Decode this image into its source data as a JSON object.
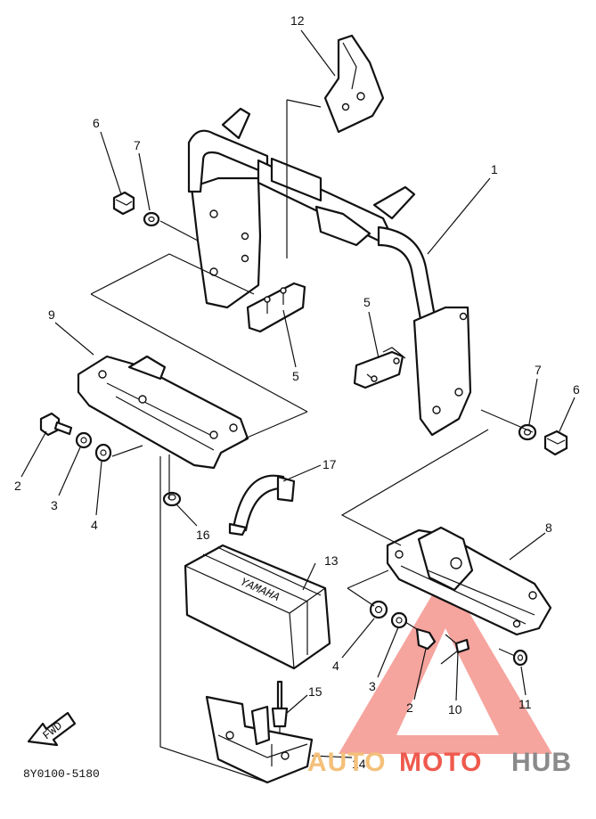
{
  "diagram": {
    "callouts": [
      {
        "id": "c12a",
        "text": "12"
      },
      {
        "id": "c1",
        "text": "1"
      },
      {
        "id": "c6a",
        "text": "6"
      },
      {
        "id": "c7a",
        "text": "7"
      },
      {
        "id": "c5a",
        "text": "5"
      },
      {
        "id": "c5b",
        "text": "5"
      },
      {
        "id": "c9",
        "text": "9"
      },
      {
        "id": "c7b",
        "text": "7"
      },
      {
        "id": "c6b",
        "text": "6"
      },
      {
        "id": "c2a",
        "text": "2"
      },
      {
        "id": "c3a",
        "text": "3"
      },
      {
        "id": "c4a",
        "text": "4"
      },
      {
        "id": "c17",
        "text": "17"
      },
      {
        "id": "c16",
        "text": "16"
      },
      {
        "id": "c8",
        "text": "8"
      },
      {
        "id": "c13",
        "text": "13"
      },
      {
        "id": "c4b",
        "text": "4"
      },
      {
        "id": "c3b",
        "text": "3"
      },
      {
        "id": "c2b",
        "text": "2"
      },
      {
        "id": "c10",
        "text": "10"
      },
      {
        "id": "c11",
        "text": "11"
      },
      {
        "id": "c15",
        "text": "15"
      },
      {
        "id": "c14",
        "text": "14"
      }
    ],
    "battery_label": "YAMAHA",
    "fwd_label": "FWD",
    "part_code": "8Y0100-5180"
  },
  "watermark": {
    "word_1": "AUTO",
    "word_2": "MOTO",
    "word_3": "HUB",
    "colors": {
      "auto": "#f4c07a",
      "moto": "#ef5a4e",
      "hub": "#8a8a8a",
      "triangle": "#ef5a4e"
    }
  }
}
